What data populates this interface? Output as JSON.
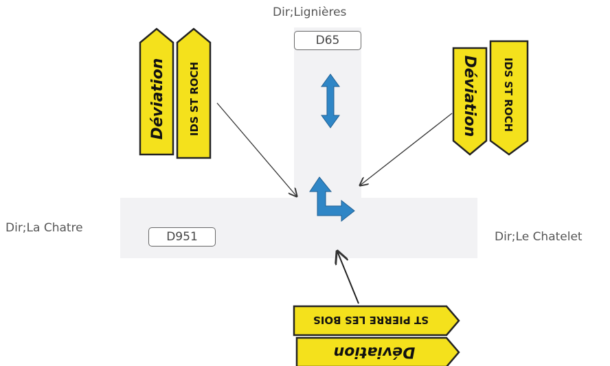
{
  "directions": {
    "north": "Dir;Lignières",
    "west": "Dir;La Chatre",
    "east": "Dir;Le Chatelet"
  },
  "roads": {
    "north_road": "D65",
    "west_road": "D951"
  },
  "signs": {
    "deviation_label": "Déviation",
    "left_pair_destination": "IDS ST ROCH",
    "right_pair_destination": "IDS ST ROCH",
    "bottom_destination": "ST PIERRE LES BOIS"
  },
  "colors": {
    "sign_yellow": "#f4e11c",
    "sign_border": "#222222",
    "arrow_blue": "#2f86c6",
    "road_surface": "#f2f2f4"
  },
  "icons": {
    "traffic_arrow_vertical": "double-headed-arrow-icon",
    "traffic_arrow_turn": "up-and-right-turn-arrow-icon"
  }
}
